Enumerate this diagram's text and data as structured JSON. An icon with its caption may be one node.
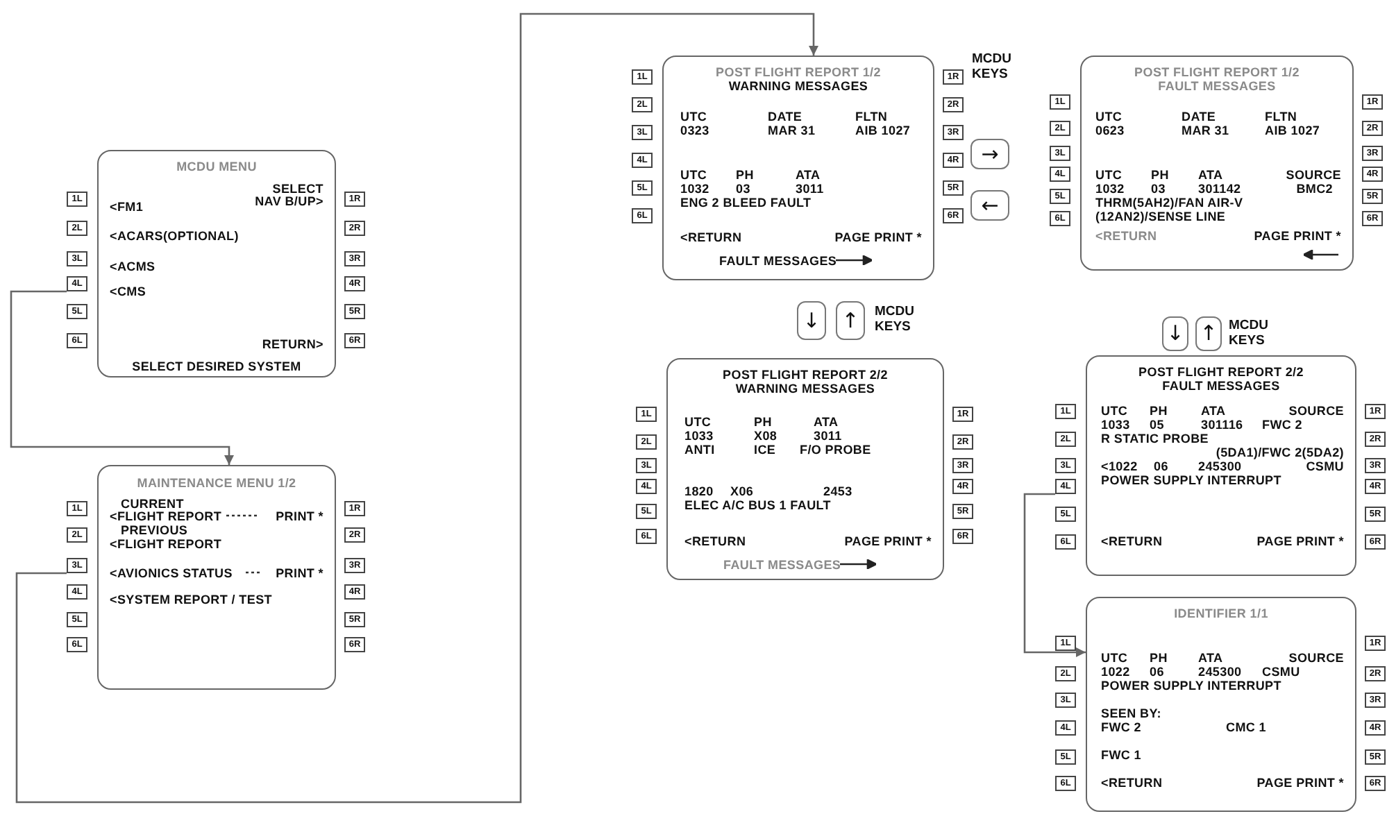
{
  "diagram": {
    "nodes": [
      {
        "text": [
          "MCDU MENU",
          "SELECT",
          "<FM1",
          "NAV B/UP>",
          "<ACARS(OPTIONAL)",
          "<ACMS",
          "<CMS",
          "RETURN>",
          "SELECT DESIRED SYSTEM"
        ]
      },
      {
        "text": [
          "1L"
        ]
      },
      {
        "text": [
          "2L"
        ]
      },
      {
        "text": [
          "3L"
        ]
      },
      {
        "text": [
          "4L"
        ]
      },
      {
        "text": [
          "5L"
        ]
      },
      {
        "text": [
          "6L"
        ]
      },
      {
        "text": [
          "1R"
        ]
      },
      {
        "text": [
          "2R"
        ]
      },
      {
        "text": [
          "3R"
        ]
      },
      {
        "text": [
          "4R"
        ]
      },
      {
        "text": [
          "5R"
        ]
      },
      {
        "text": [
          "6R"
        ]
      },
      {
        "text": [
          "MAINTENANCE MENU 1/2",
          "CURRENT",
          "<FLIGHT REPORT",
          "PRINT *",
          "PREVIOUS",
          "<FLIGHT REPORT",
          "<AVIONICS STATUS",
          "PRINT *",
          "<SYSTEM REPORT / TEST"
        ]
      },
      {
        "text": [
          "1L"
        ]
      },
      {
        "text": [
          "2L"
        ]
      },
      {
        "text": [
          "3L"
        ]
      },
      {
        "text": [
          "4L"
        ]
      },
      {
        "text": [
          "5L"
        ]
      },
      {
        "text": [
          "6L"
        ]
      },
      {
        "text": [
          "1R"
        ]
      },
      {
        "text": [
          "2R"
        ]
      },
      {
        "text": [
          "3R"
        ]
      },
      {
        "text": [
          "4R"
        ]
      },
      {
        "text": [
          "5R"
        ]
      },
      {
        "text": [
          "6R"
        ]
      },
      {
        "text": [
          "POST FLIGHT REPORT 1/2",
          "WARNING MESSAGES",
          "UTC",
          "DATE",
          "FLTN",
          "0323",
          "MAR 31",
          "AIB 1027",
          "UTC",
          "PH",
          "ATA",
          "1032",
          "03",
          "3011",
          "ENG 2 BLEED FAULT",
          "<RETURN",
          "PAGE PRINT *",
          "FAULT MESSAGES"
        ]
      },
      {
        "text": [
          "1L"
        ]
      },
      {
        "text": [
          "2L"
        ]
      },
      {
        "text": [
          "3L"
        ]
      },
      {
        "text": [
          "4L"
        ]
      },
      {
        "text": [
          "5L"
        ]
      },
      {
        "text": [
          "6L"
        ]
      },
      {
        "text": [
          "1R"
        ]
      },
      {
        "text": [
          "2R"
        ]
      },
      {
        "text": [
          "3R"
        ]
      },
      {
        "text": [
          "4R"
        ]
      },
      {
        "text": [
          "5R"
        ]
      },
      {
        "text": [
          "6R"
        ]
      },
      {
        "text": [
          "→"
        ]
      },
      {
        "text": [
          "←"
        ]
      },
      {
        "text": [
          "POST FLIGHT REPORT 1/2",
          "FAULT MESSAGES",
          "UTC",
          "DATE",
          "FLTN",
          "0623",
          "MAR 31",
          "AIB 1027",
          "UTC",
          "PH",
          "ATA",
          "SOURCE",
          "1032",
          "03",
          "301142",
          "BMC2",
          "THRM(5AH2)/FAN AIR-V (12AN2)/SENSE LINE",
          "<RETURN",
          "PAGE PRINT *"
        ]
      },
      {
        "text": [
          "1L"
        ]
      },
      {
        "text": [
          "2L"
        ]
      },
      {
        "text": [
          "3L"
        ]
      },
      {
        "text": [
          "4L"
        ]
      },
      {
        "text": [
          "5L"
        ]
      },
      {
        "text": [
          "6L"
        ]
      },
      {
        "text": [
          "1R"
        ]
      },
      {
        "text": [
          "2R"
        ]
      },
      {
        "text": [
          "3R"
        ]
      },
      {
        "text": [
          "4R"
        ]
      },
      {
        "text": [
          "5R"
        ]
      },
      {
        "text": [
          "6R"
        ]
      },
      {
        "text": [
          "↓"
        ]
      },
      {
        "text": [
          "↑"
        ]
      },
      {
        "text": [
          "↓"
        ]
      },
      {
        "text": [
          "↑"
        ]
      },
      {
        "text": [
          "POST FLIGHT REPORT 2/2",
          "WARNING MESSAGES",
          "UTC",
          "PH",
          "ATA",
          "1033",
          "X08",
          "3011",
          "ANTI",
          "ICE",
          "F/O PROBE",
          "1820",
          "X06",
          "2453",
          "ELEC A/C BUS 1 FAULT",
          "<RETURN",
          "PAGE PRINT *",
          "FAULT MESSAGES"
        ]
      },
      {
        "text": [
          "1L"
        ]
      },
      {
        "text": [
          "2L"
        ]
      },
      {
        "text": [
          "3L"
        ]
      },
      {
        "text": [
          "4L"
        ]
      },
      {
        "text": [
          "5L"
        ]
      },
      {
        "text": [
          "6L"
        ]
      },
      {
        "text": [
          "1R"
        ]
      },
      {
        "text": [
          "2R"
        ]
      },
      {
        "text": [
          "3R"
        ]
      },
      {
        "text": [
          "4R"
        ]
      },
      {
        "text": [
          "5R"
        ]
      },
      {
        "text": [
          "6R"
        ]
      },
      {
        "text": [
          "POST FLIGHT REPORT 2/2",
          "FAULT MESSAGES",
          "UTC",
          "PH",
          "ATA",
          "SOURCE",
          "1033",
          "05",
          "301116",
          "FWC 2",
          "R STATIC PROBE",
          "(5DA1)/FWC 2(5DA2)",
          "<1022",
          "06",
          "245300",
          "CSMU",
          "POWER SUPPLY INTERRUPT",
          "<RETURN",
          "PAGE PRINT *"
        ]
      },
      {
        "text": [
          "1L"
        ]
      },
      {
        "text": [
          "2L"
        ]
      },
      {
        "text": [
          "3L"
        ]
      },
      {
        "text": [
          "4L"
        ]
      },
      {
        "text": [
          "5L"
        ]
      },
      {
        "text": [
          "6L"
        ]
      },
      {
        "text": [
          "1R"
        ]
      },
      {
        "text": [
          "2R"
        ]
      },
      {
        "text": [
          "3R"
        ]
      },
      {
        "text": [
          "4R"
        ]
      },
      {
        "text": [
          "5R"
        ]
      },
      {
        "text": [
          "6R"
        ]
      },
      {
        "text": [
          "IDENTIFIER 1/1",
          "UTC",
          "PH",
          "ATA",
          "SOURCE",
          "1022",
          "06",
          "245300",
          "CSMU",
          "POWER SUPPLY INTERRUPT",
          "SEEN BY:",
          "FWC 2",
          "CMC 1",
          "FWC 1",
          "<RETURN",
          "PAGE PRINT *"
        ]
      },
      {
        "text": [
          "1L"
        ]
      },
      {
        "text": [
          "2L"
        ]
      },
      {
        "text": [
          "3L"
        ]
      },
      {
        "text": [
          "4L"
        ]
      },
      {
        "text": [
          "5L"
        ]
      },
      {
        "text": [
          "6L"
        ]
      },
      {
        "text": [
          "1R"
        ]
      },
      {
        "text": [
          "2R"
        ]
      },
      {
        "text": [
          "3R"
        ]
      },
      {
        "text": [
          "4R"
        ]
      },
      {
        "text": [
          "5R"
        ]
      },
      {
        "text": [
          "6R"
        ]
      }
    ],
    "edges": [
      {
        "from": 4,
        "to": 13,
        "arrow": "to"
      },
      {
        "from": 16,
        "to": 26,
        "arrow": "to"
      },
      {
        "from": 75,
        "to": 84,
        "arrow": "to"
      }
    ],
    "labels": [
      "MCDU KEYS",
      "MCDU KEYS",
      "MCDU KEYS"
    ]
  }
}
